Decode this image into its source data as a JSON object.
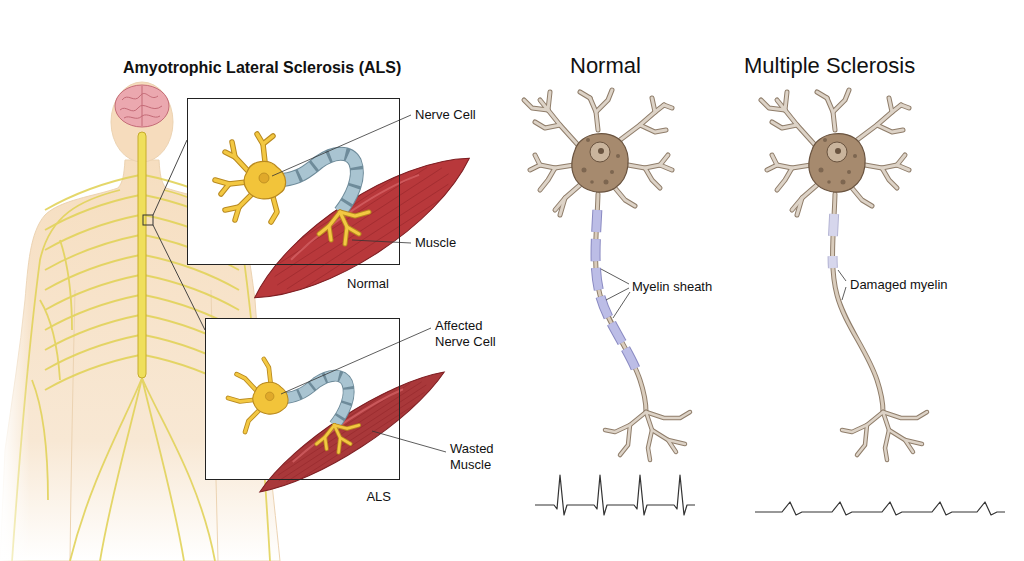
{
  "diagram": {
    "nodes": [
      {
        "text": [
          "Normal"
        ]
      },
      {
        "text": [
          "ALS"
        ]
      }
    ],
    "labels": [
      "Amyotrophic Lateral Sclerosis (ALS)",
      "Nerve Cell",
      "Muscle",
      "Affected Nerve Cell",
      "Wasted Muscle",
      "Normal",
      "Multiple Sclerosis",
      "Myelin sheath",
      "Damaged myelin"
    ]
  }
}
